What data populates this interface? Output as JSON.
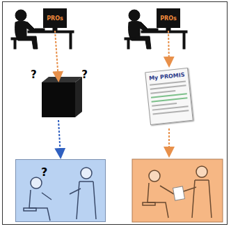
{
  "diagram": {
    "nodes": [
      {
        "text": [
          "PROs"
        ]
      },
      {
        "text": [
          "?",
          "?"
        ]
      },
      {
        "text": [
          "?"
        ]
      },
      {
        "text": [
          "PROs"
        ]
      },
      {
        "text": [
          "My PROMIS"
        ]
      }
    ],
    "edges": [
      {
        "from": 0,
        "to": 1,
        "arrow": "to"
      },
      {
        "from": 1,
        "to": 2,
        "arrow": "to"
      },
      {
        "from": 3,
        "to": 4,
        "arrow": "to"
      }
    ]
  }
}
